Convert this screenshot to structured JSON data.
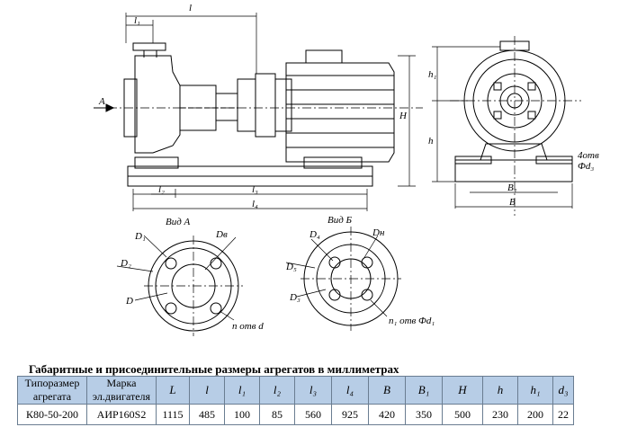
{
  "drawing": {
    "labels": {
      "l": "l",
      "l1": "l₁",
      "l2": "l₂",
      "l3": "l₃",
      "l4": "l₄",
      "H": "H",
      "h": "h",
      "h1": "h₁",
      "B": "B",
      "B1": "B₁",
      "arrow_A": "A",
      "view_A": "Вид А",
      "view_B": "Вид Б",
      "D1": "D₁",
      "D8": "Dв",
      "D2": "D₂",
      "D": "D",
      "holes_left": "n отв d",
      "D4": "D₄",
      "Dn": "Dн",
      "D5": "D₅",
      "D3": "D₃",
      "holes_right": "n₁ отв Фd₁",
      "anchor_holes": "4отв",
      "anchor_d3": "Фd₃"
    }
  },
  "caption": "Габаритные и присоединительные размеры агрегатов в миллиметрах",
  "table": {
    "headers": [
      {
        "text": "Типоразмер агрегата",
        "sym": false
      },
      {
        "text": "Марка эл.двигателя",
        "sym": false
      },
      {
        "text": "L",
        "sym": true
      },
      {
        "text": "l",
        "sym": true
      },
      {
        "text": "l₁",
        "sym": true
      },
      {
        "text": "l₂",
        "sym": true
      },
      {
        "text": "l₃",
        "sym": true
      },
      {
        "text": "l₄",
        "sym": true
      },
      {
        "text": "B",
        "sym": true
      },
      {
        "text": "B₁",
        "sym": true
      },
      {
        "text": "H",
        "sym": true
      },
      {
        "text": "h",
        "sym": true
      },
      {
        "text": "h₁",
        "sym": true
      },
      {
        "text": "d₃",
        "sym": true
      }
    ],
    "rows": [
      [
        "К80-50-200",
        "АИР160S2",
        "1115",
        "485",
        "100",
        "85",
        "560",
        "925",
        "420",
        "350",
        "500",
        "230",
        "200",
        "22"
      ]
    ]
  }
}
